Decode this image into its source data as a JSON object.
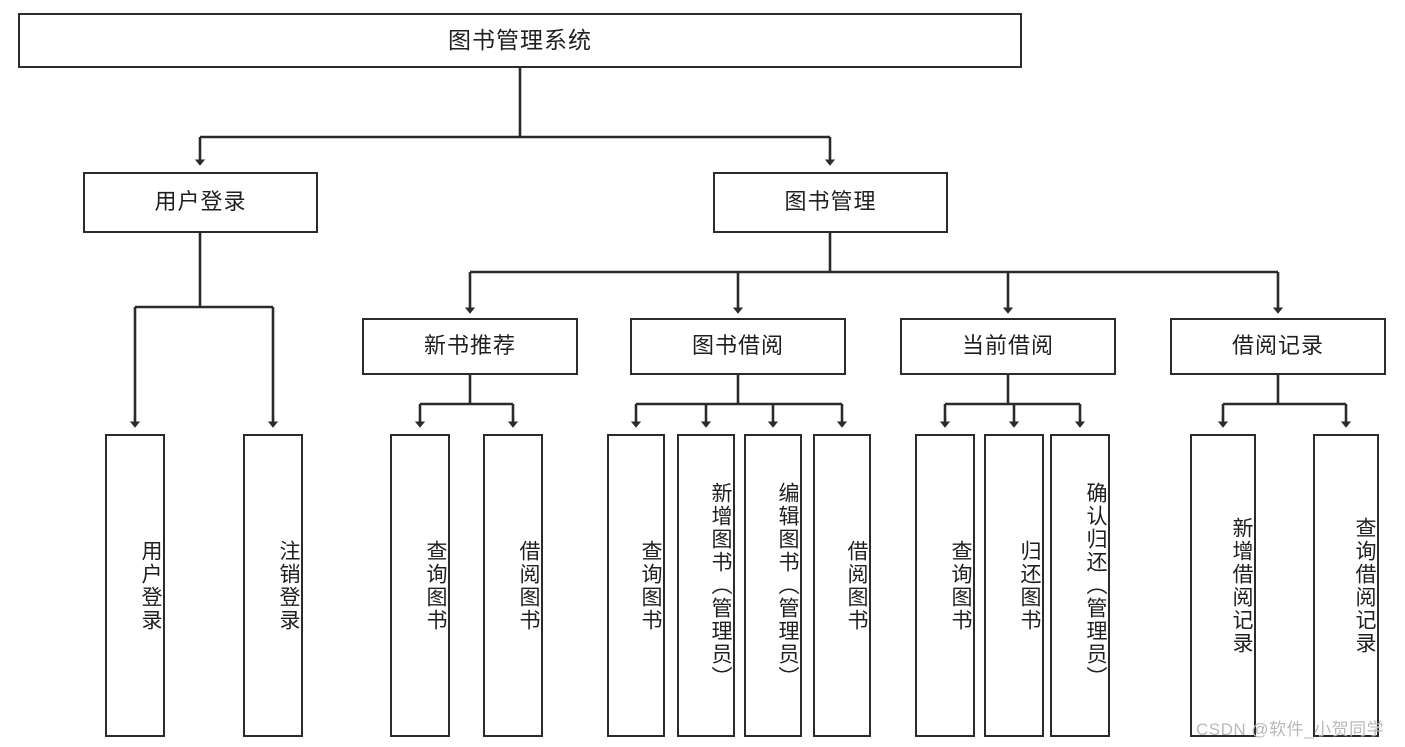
{
  "diagram": {
    "type": "tree",
    "title": "图书管理系统",
    "orientation": "top-down",
    "colors": {
      "box_border": "#2b2b2b",
      "box_fill": "#ffffff",
      "edge": "#2b2b2b",
      "text": "#1f1f1f",
      "watermark": "#b9b9b9"
    },
    "root": {
      "label": "图书管理系统"
    },
    "level2": [
      {
        "label": "用户登录"
      },
      {
        "label": "图书管理"
      }
    ],
    "level3": [
      {
        "label": "新书推荐"
      },
      {
        "label": "图书借阅"
      },
      {
        "label": "当前借阅"
      },
      {
        "label": "借阅记录"
      }
    ],
    "leaves": {
      "user_login": [
        {
          "label": "用户登录"
        },
        {
          "label": "注销登录"
        }
      ],
      "new_book_recommend": [
        {
          "label": "查询图书"
        },
        {
          "label": "借阅图书"
        }
      ],
      "book_borrow": [
        {
          "label": "查询图书"
        },
        {
          "label": "新增图书（管理员）"
        },
        {
          "label": "编辑图书（管理员）"
        },
        {
          "label": "借阅图书"
        }
      ],
      "current_borrow": [
        {
          "label": "查询图书"
        },
        {
          "label": "归还图书"
        },
        {
          "label": "确认归还（管理员）"
        }
      ],
      "borrow_record": [
        {
          "label": "新增借阅记录"
        },
        {
          "label": "查询借阅记录"
        }
      ]
    }
  },
  "watermark": {
    "text": "CSDN @软件_小贺同学"
  }
}
